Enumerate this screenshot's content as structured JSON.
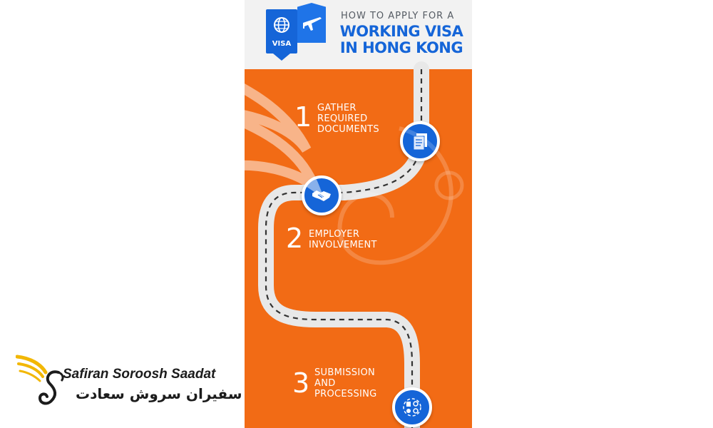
{
  "header": {
    "kicker": "HOW TO APPLY FOR A",
    "title_line1": "WORKING VISA",
    "title_line2": "IN HONG KONG",
    "passport_label": "VISA"
  },
  "steps": [
    {
      "number": "1",
      "line1": "GATHER",
      "line2": "REQUIRED",
      "line3": "DOCUMENTS",
      "icon": "documents-icon"
    },
    {
      "number": "2",
      "line1": "EMPLOYER",
      "line2": "INVOLVEMENT",
      "icon": "handshake-icon"
    },
    {
      "number": "3",
      "line1": "SUBMISSION",
      "line2": "AND",
      "line3": "PROCESSING",
      "icon": "processing-icon"
    }
  ],
  "logo": {
    "name_en": "Safiran Soroosh Saadat",
    "name_fa": "سفیران سروش سعادت"
  },
  "colors": {
    "orange": "#f26b15",
    "blue": "#1565d8",
    "header_bg": "#f2f2f2"
  }
}
